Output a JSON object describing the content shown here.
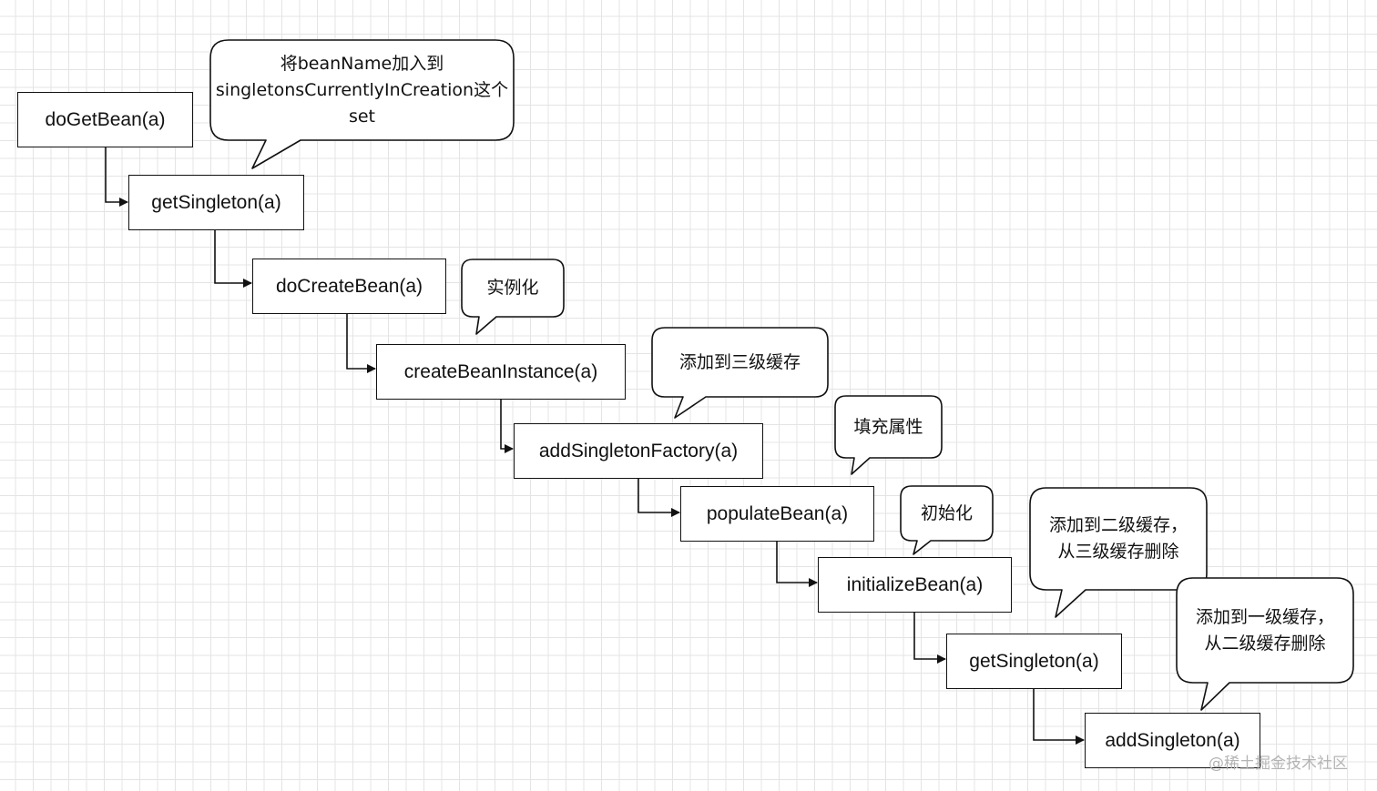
{
  "nodes": [
    {
      "id": "doGetBean",
      "label": "doGetBean(a)"
    },
    {
      "id": "getSingleton1",
      "label": "getSingleton(a)"
    },
    {
      "id": "doCreateBean",
      "label": "doCreateBean(a)"
    },
    {
      "id": "createBeanInstance",
      "label": "createBeanInstance(a)"
    },
    {
      "id": "addSingletonFactory",
      "label": "addSingletonFactory(a)"
    },
    {
      "id": "populateBean",
      "label": "populateBean(a)"
    },
    {
      "id": "initializeBean",
      "label": "initializeBean(a)"
    },
    {
      "id": "getSingleton2",
      "label": "getSingleton(a)"
    },
    {
      "id": "addSingleton",
      "label": "addSingleton(a)"
    }
  ],
  "callouts": [
    {
      "id": "add-to-creation-set",
      "lines": [
        "将beanName加入到",
        "singletonsCurrentlyInCreation这个",
        "set"
      ]
    },
    {
      "id": "instantiate",
      "lines": [
        "实例化"
      ]
    },
    {
      "id": "add-third-cache",
      "lines": [
        "添加到三级缓存"
      ]
    },
    {
      "id": "populate-properties",
      "lines": [
        "填充属性"
      ]
    },
    {
      "id": "initialize",
      "lines": [
        "初始化"
      ]
    },
    {
      "id": "add-second-cache",
      "lines": [
        "添加到二级缓存，",
        "从三级缓存删除"
      ]
    },
    {
      "id": "add-first-cache",
      "lines": [
        "添加到一级缓存，",
        "从二级缓存删除"
      ]
    }
  ],
  "watermark": "@稀土掘金技术社区",
  "colors": {
    "stroke": "#111111",
    "grid": "#e4e4e4",
    "background": "#ffffff",
    "watermark": "#b4b4b4"
  }
}
